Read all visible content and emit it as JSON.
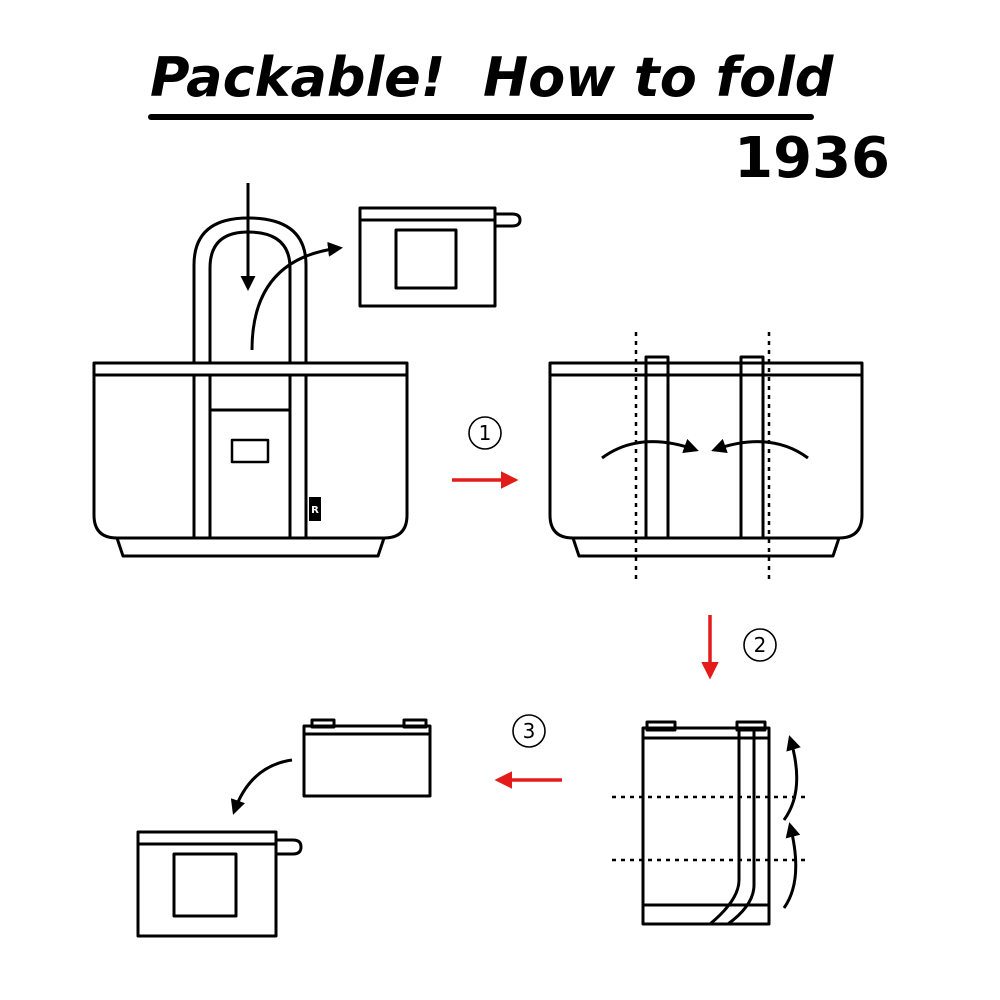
{
  "header": {
    "title_part1": "Packable!",
    "title_part2": "How to fold",
    "model_number": "1936"
  },
  "steps": [
    {
      "number": "1"
    },
    {
      "number": "2"
    },
    {
      "number": "3"
    }
  ],
  "brand_tag_letter": "R",
  "colors": {
    "line": "#000000",
    "arrow_step": "#e31b1b",
    "background": "#ffffff"
  },
  "icons": [
    "tote-bag",
    "pouch",
    "fold-arrow",
    "step-arrow"
  ]
}
